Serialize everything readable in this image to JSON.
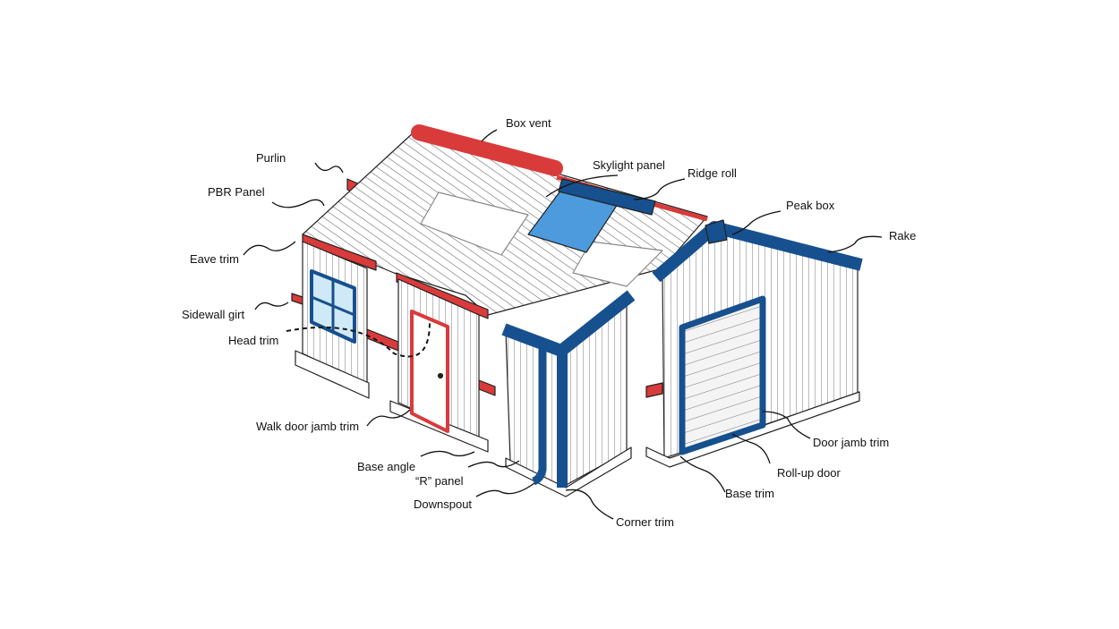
{
  "colors": {
    "trim_red": "#d93b3b",
    "trim_blue": "#17508e",
    "skylight": "#4d9bdc",
    "panel": "#ffffff",
    "line": "#222222"
  },
  "labels": {
    "box_vent": "Box vent",
    "purlin": "Purlin",
    "pbr_panel": "PBR Panel",
    "skylight_panel": "Skylight panel",
    "ridge_roll": "Ridge roll",
    "peak_box": "Peak box",
    "rake": "Rake",
    "eave_trim": "Eave trim",
    "sidewall_girt": "Sidewall girt",
    "head_trim": "Head trim",
    "walk_door_jamb_trim": "Walk door jamb trim",
    "base_angle": "Base angle",
    "r_panel": "“R” panel",
    "downspout": "Downspout",
    "corner_trim": "Corner trim",
    "base_trim": "Base trim",
    "roll_up_door": "Roll-up door",
    "door_jamb_trim": "Door jamb trim"
  }
}
